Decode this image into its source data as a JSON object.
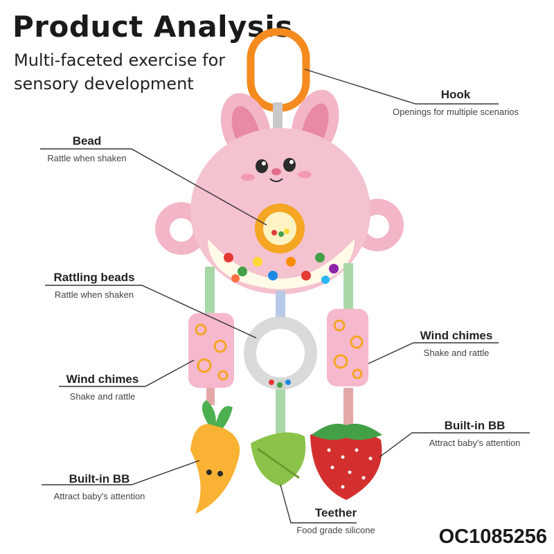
{
  "title": "Product Analysis",
  "subtitle": "Multi-faceted exercise for sensory development",
  "labels": {
    "hook": {
      "name": "Hook",
      "desc": "Openings for multiple scenarios"
    },
    "bead": {
      "name": "Bead",
      "desc": "Rattle when shaken"
    },
    "rattling_beads": {
      "name": "Rattling beads",
      "desc": "Rattle when shaken"
    },
    "wind_chimes_left": {
      "name": "Wind chimes",
      "desc": "Shake and rattle"
    },
    "wind_chimes_right": {
      "name": "Wind chimes",
      "desc": "Shake and rattle"
    },
    "builtin_bb_left": {
      "name": "Built-in BB",
      "desc": "Attract baby's attention"
    },
    "builtin_bb_right": {
      "name": "Built-in BB",
      "desc": "Attract baby's attention"
    },
    "teether": {
      "name": "Teether",
      "desc": "Food grade silicone"
    }
  },
  "product_code": "OC1085256"
}
